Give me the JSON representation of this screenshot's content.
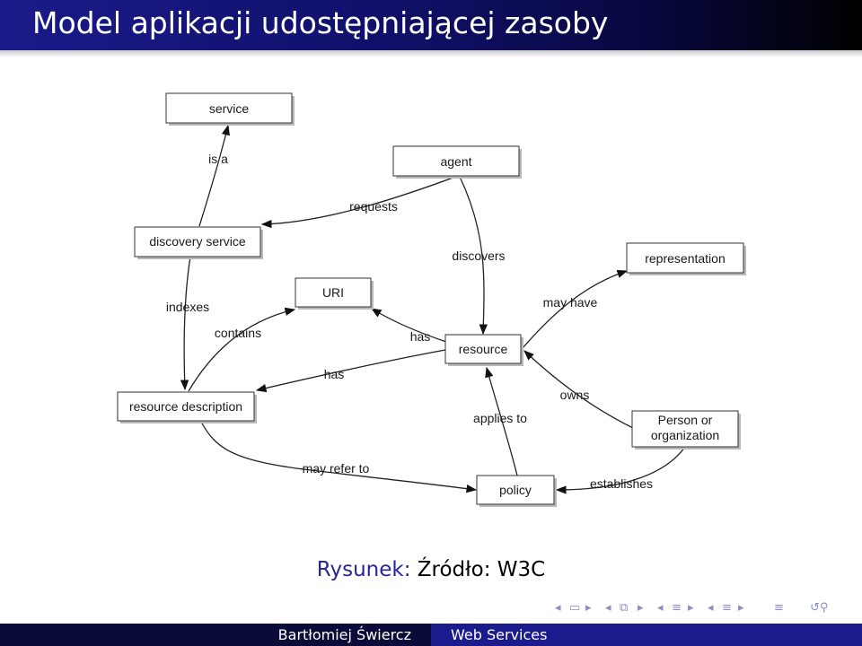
{
  "slide": {
    "title": "Model aplikacji udostępniającej zasoby"
  },
  "diagram": {
    "nodes": [
      {
        "id": "service",
        "label": "service"
      },
      {
        "id": "agent",
        "label": "agent"
      },
      {
        "id": "discovery",
        "label": "discovery service"
      },
      {
        "id": "representation",
        "label": "representation"
      },
      {
        "id": "uri",
        "label": "URI"
      },
      {
        "id": "resource",
        "label": "resource"
      },
      {
        "id": "resdesc",
        "label": "resource description"
      },
      {
        "id": "person",
        "label": "Person or organization"
      },
      {
        "id": "policy",
        "label": "policy"
      }
    ],
    "edges": [
      {
        "id": "isa",
        "from": "discovery",
        "to": "service",
        "label": "is a"
      },
      {
        "id": "requests",
        "from": "agent",
        "to": "discovery",
        "label": "requests"
      },
      {
        "id": "discovers",
        "from": "agent",
        "to": "resource",
        "label": "discovers"
      },
      {
        "id": "indexes",
        "from": "discovery",
        "to": "resdesc",
        "label": "indexes"
      },
      {
        "id": "contains",
        "from": "resdesc",
        "to": "uri",
        "label": "contains"
      },
      {
        "id": "has_uri",
        "from": "resource",
        "to": "uri",
        "label": "has"
      },
      {
        "id": "has_desc",
        "from": "resource",
        "to": "resdesc",
        "label": "has"
      },
      {
        "id": "mayhave",
        "from": "resource",
        "to": "representation",
        "label": "may have"
      },
      {
        "id": "owns",
        "from": "person",
        "to": "resource",
        "label": "owns"
      },
      {
        "id": "appliesto",
        "from": "policy",
        "to": "resource",
        "label": "applies to"
      },
      {
        "id": "establishes",
        "from": "person",
        "to": "policy",
        "label": "establishes"
      },
      {
        "id": "mayreferto",
        "from": "resdesc",
        "to": "policy",
        "label": "may refer to"
      }
    ]
  },
  "caption": {
    "label": "Rysunek:",
    "text": "Źródło: W3C"
  },
  "navigation": {
    "icons": [
      "nav-left-arrow-icon",
      "frame-icon",
      "nav-right-arrow-icon",
      "subsection-icon",
      "section-icon",
      "align-icon",
      "search-icon"
    ]
  },
  "footer": {
    "author": "Bartłomiej Świercz",
    "topic": "Web Services"
  }
}
